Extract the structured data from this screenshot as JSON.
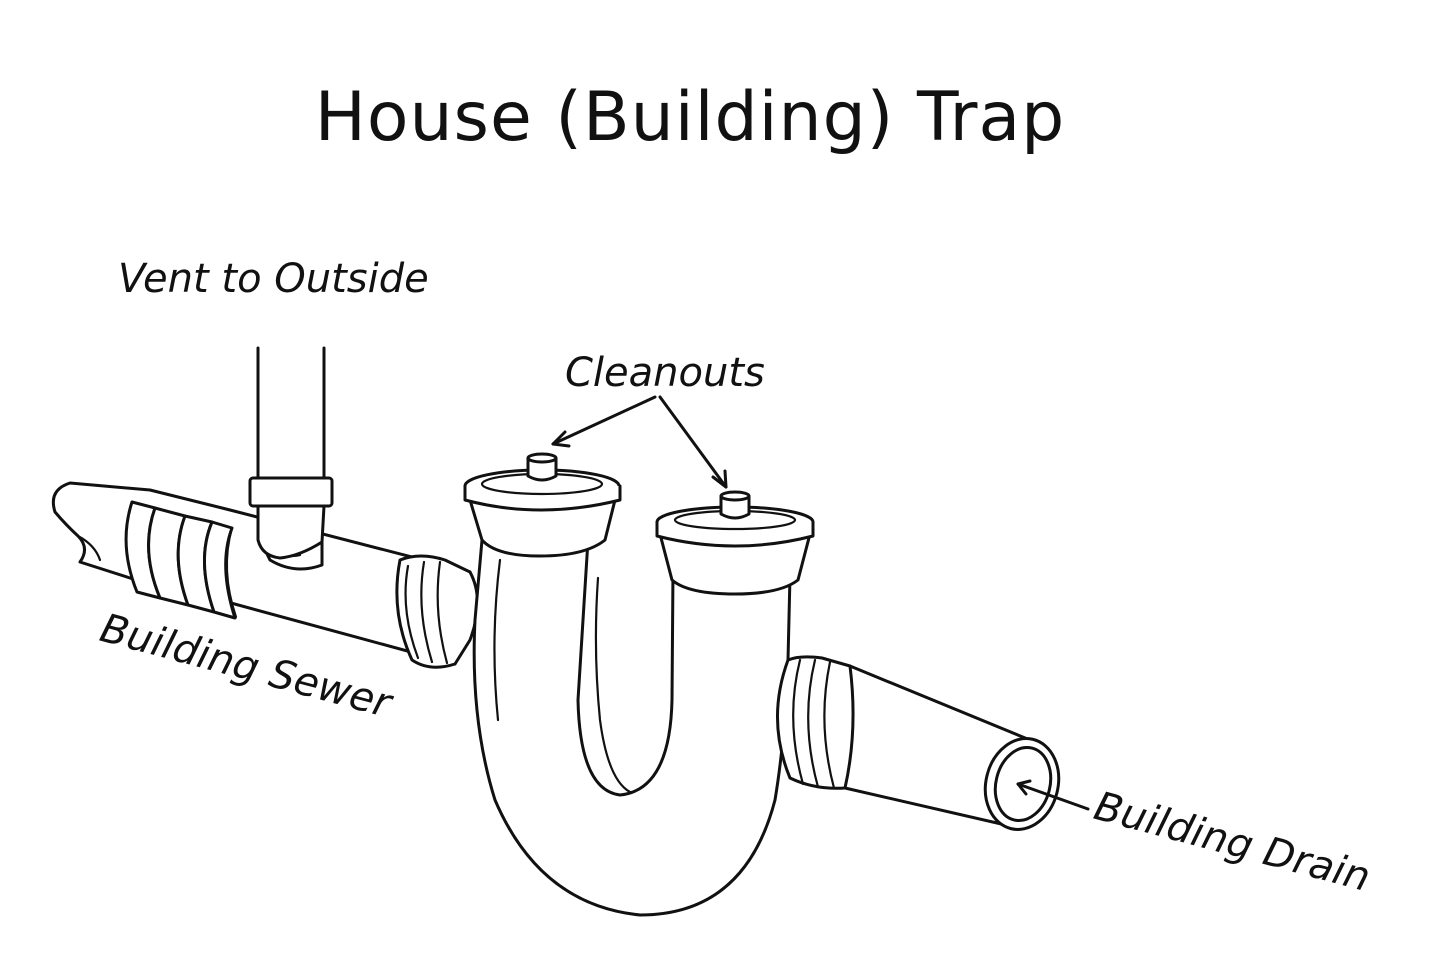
{
  "title": "House (Building) Trap",
  "labels": {
    "vent": "Vent to Outside",
    "cleanouts": "Cleanouts",
    "sewer": "Building Sewer",
    "drain": "Building Drain"
  },
  "colors": {
    "ink": "#111111",
    "background": "#ffffff"
  }
}
